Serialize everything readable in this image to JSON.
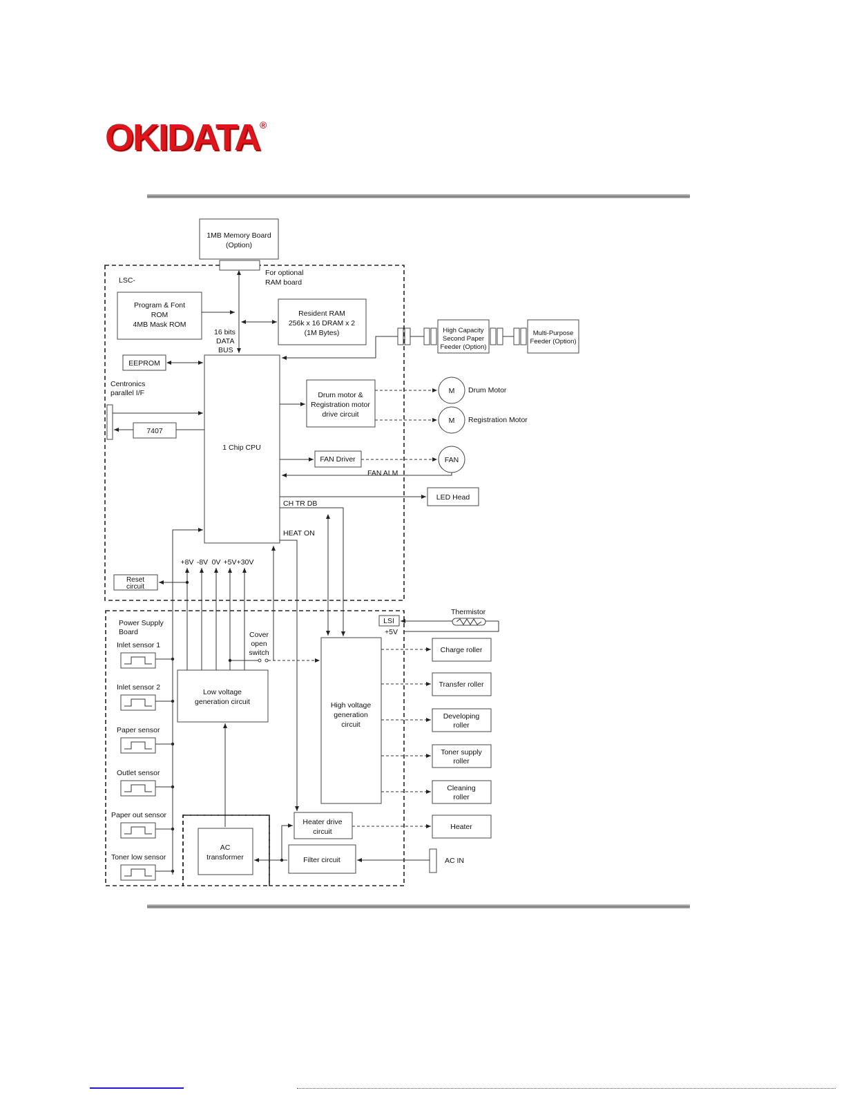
{
  "brand": {
    "logo": "OKIDATA",
    "registered": "®"
  },
  "diagram": {
    "memory_board": [
      "1MB Memory Board",
      "(Option)"
    ],
    "optional_ram": [
      "For optional",
      "RAM board"
    ],
    "lsc_label": "LSC-",
    "rom": [
      "Program & Font",
      "ROM",
      "4MB Mask ROM"
    ],
    "bus": [
      "16 bits",
      "DATA",
      "BUS"
    ],
    "resident_ram": [
      "Resident RAM",
      "256k x 16 DRAM x 2",
      "(1M Bytes)"
    ],
    "high_capacity_feeder": [
      "High Capacity",
      "Second Paper",
      "Feeder (Option)"
    ],
    "multi_purpose_feeder": [
      "Multi-Purpose",
      "Feeder (Option)"
    ],
    "eeprom": "EEPROM",
    "centronics": [
      "Centronics",
      "parallel I/F"
    ],
    "ic_7407": "7407",
    "cpu": "1 Chip CPU",
    "drum_driver": [
      "Drum motor &",
      "Registration motor",
      "drive circuit"
    ],
    "motor_symbol": "M",
    "drum_motor": "Drum Motor",
    "registration_motor": "Registration Motor",
    "fan_driver": "FAN Driver",
    "fan": "FAN",
    "fan_alm": "FAN ALM",
    "led_head": "LED Head",
    "ch_tr_db": "CH TR DB",
    "heat_on": "HEAT ON",
    "voltages": [
      "+8V",
      "-8V",
      "0V",
      "+5V",
      "+30V"
    ],
    "reset": [
      "Reset",
      "circuit"
    ],
    "power_supply": [
      "Power Supply",
      "Board"
    ],
    "thermistor": "Thermistor",
    "lsi": "LSI",
    "plus5v": "+5V",
    "cover_switch": [
      "Cover",
      "open",
      "switch"
    ],
    "sensors": [
      "Inlet sensor 1",
      "Inlet sensor 2",
      "Paper sensor",
      "Outlet sensor",
      "Paper out sensor",
      "Toner low sensor"
    ],
    "low_voltage": [
      "Low voltage",
      "generation circuit"
    ],
    "high_voltage": [
      "High voltage",
      "generation",
      "circuit"
    ],
    "outputs": [
      [
        "Charge roller"
      ],
      [
        "Transfer roller"
      ],
      [
        "Developing",
        "roller"
      ],
      [
        "Toner supply",
        "roller"
      ],
      [
        "Cleaning",
        "roller"
      ],
      [
        "Heater"
      ]
    ],
    "ac_transformer": [
      "AC",
      "transformer"
    ],
    "heater_drive": [
      "Heater drive",
      "circuit"
    ],
    "filter": "Filter circuit",
    "ac_in": "AC IN"
  }
}
